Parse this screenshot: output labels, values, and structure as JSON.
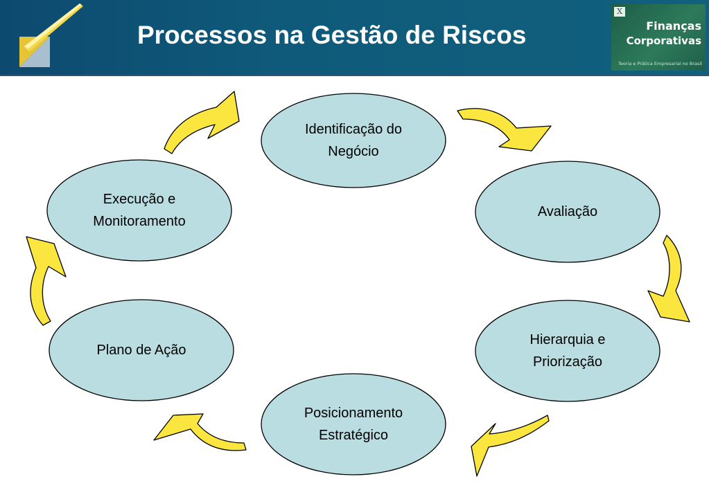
{
  "header": {
    "title": "Processos na Gestão de Riscos",
    "background_color": "#0f5a7a"
  },
  "brand": {
    "line1": "Finanças",
    "line2": "Corporativas",
    "tagline": "Teoria e Prática Empresarial no Brasil",
    "icon": "x-icon"
  },
  "cycle": {
    "node_fill": "#b9dde0",
    "arrow_fill": "#fbe640",
    "nodes": [
      {
        "id": "identificacao",
        "label": "Identificação do Negócio"
      },
      {
        "id": "avaliacao",
        "label": "Avaliação"
      },
      {
        "id": "hierarquia",
        "label": "Hierarquia e Priorização"
      },
      {
        "id": "posicionamento",
        "label": "Posicionamento Estratégico"
      },
      {
        "id": "plano",
        "label": "Plano de Ação"
      },
      {
        "id": "execucao",
        "label": "Execução e Monitoramento"
      }
    ]
  }
}
